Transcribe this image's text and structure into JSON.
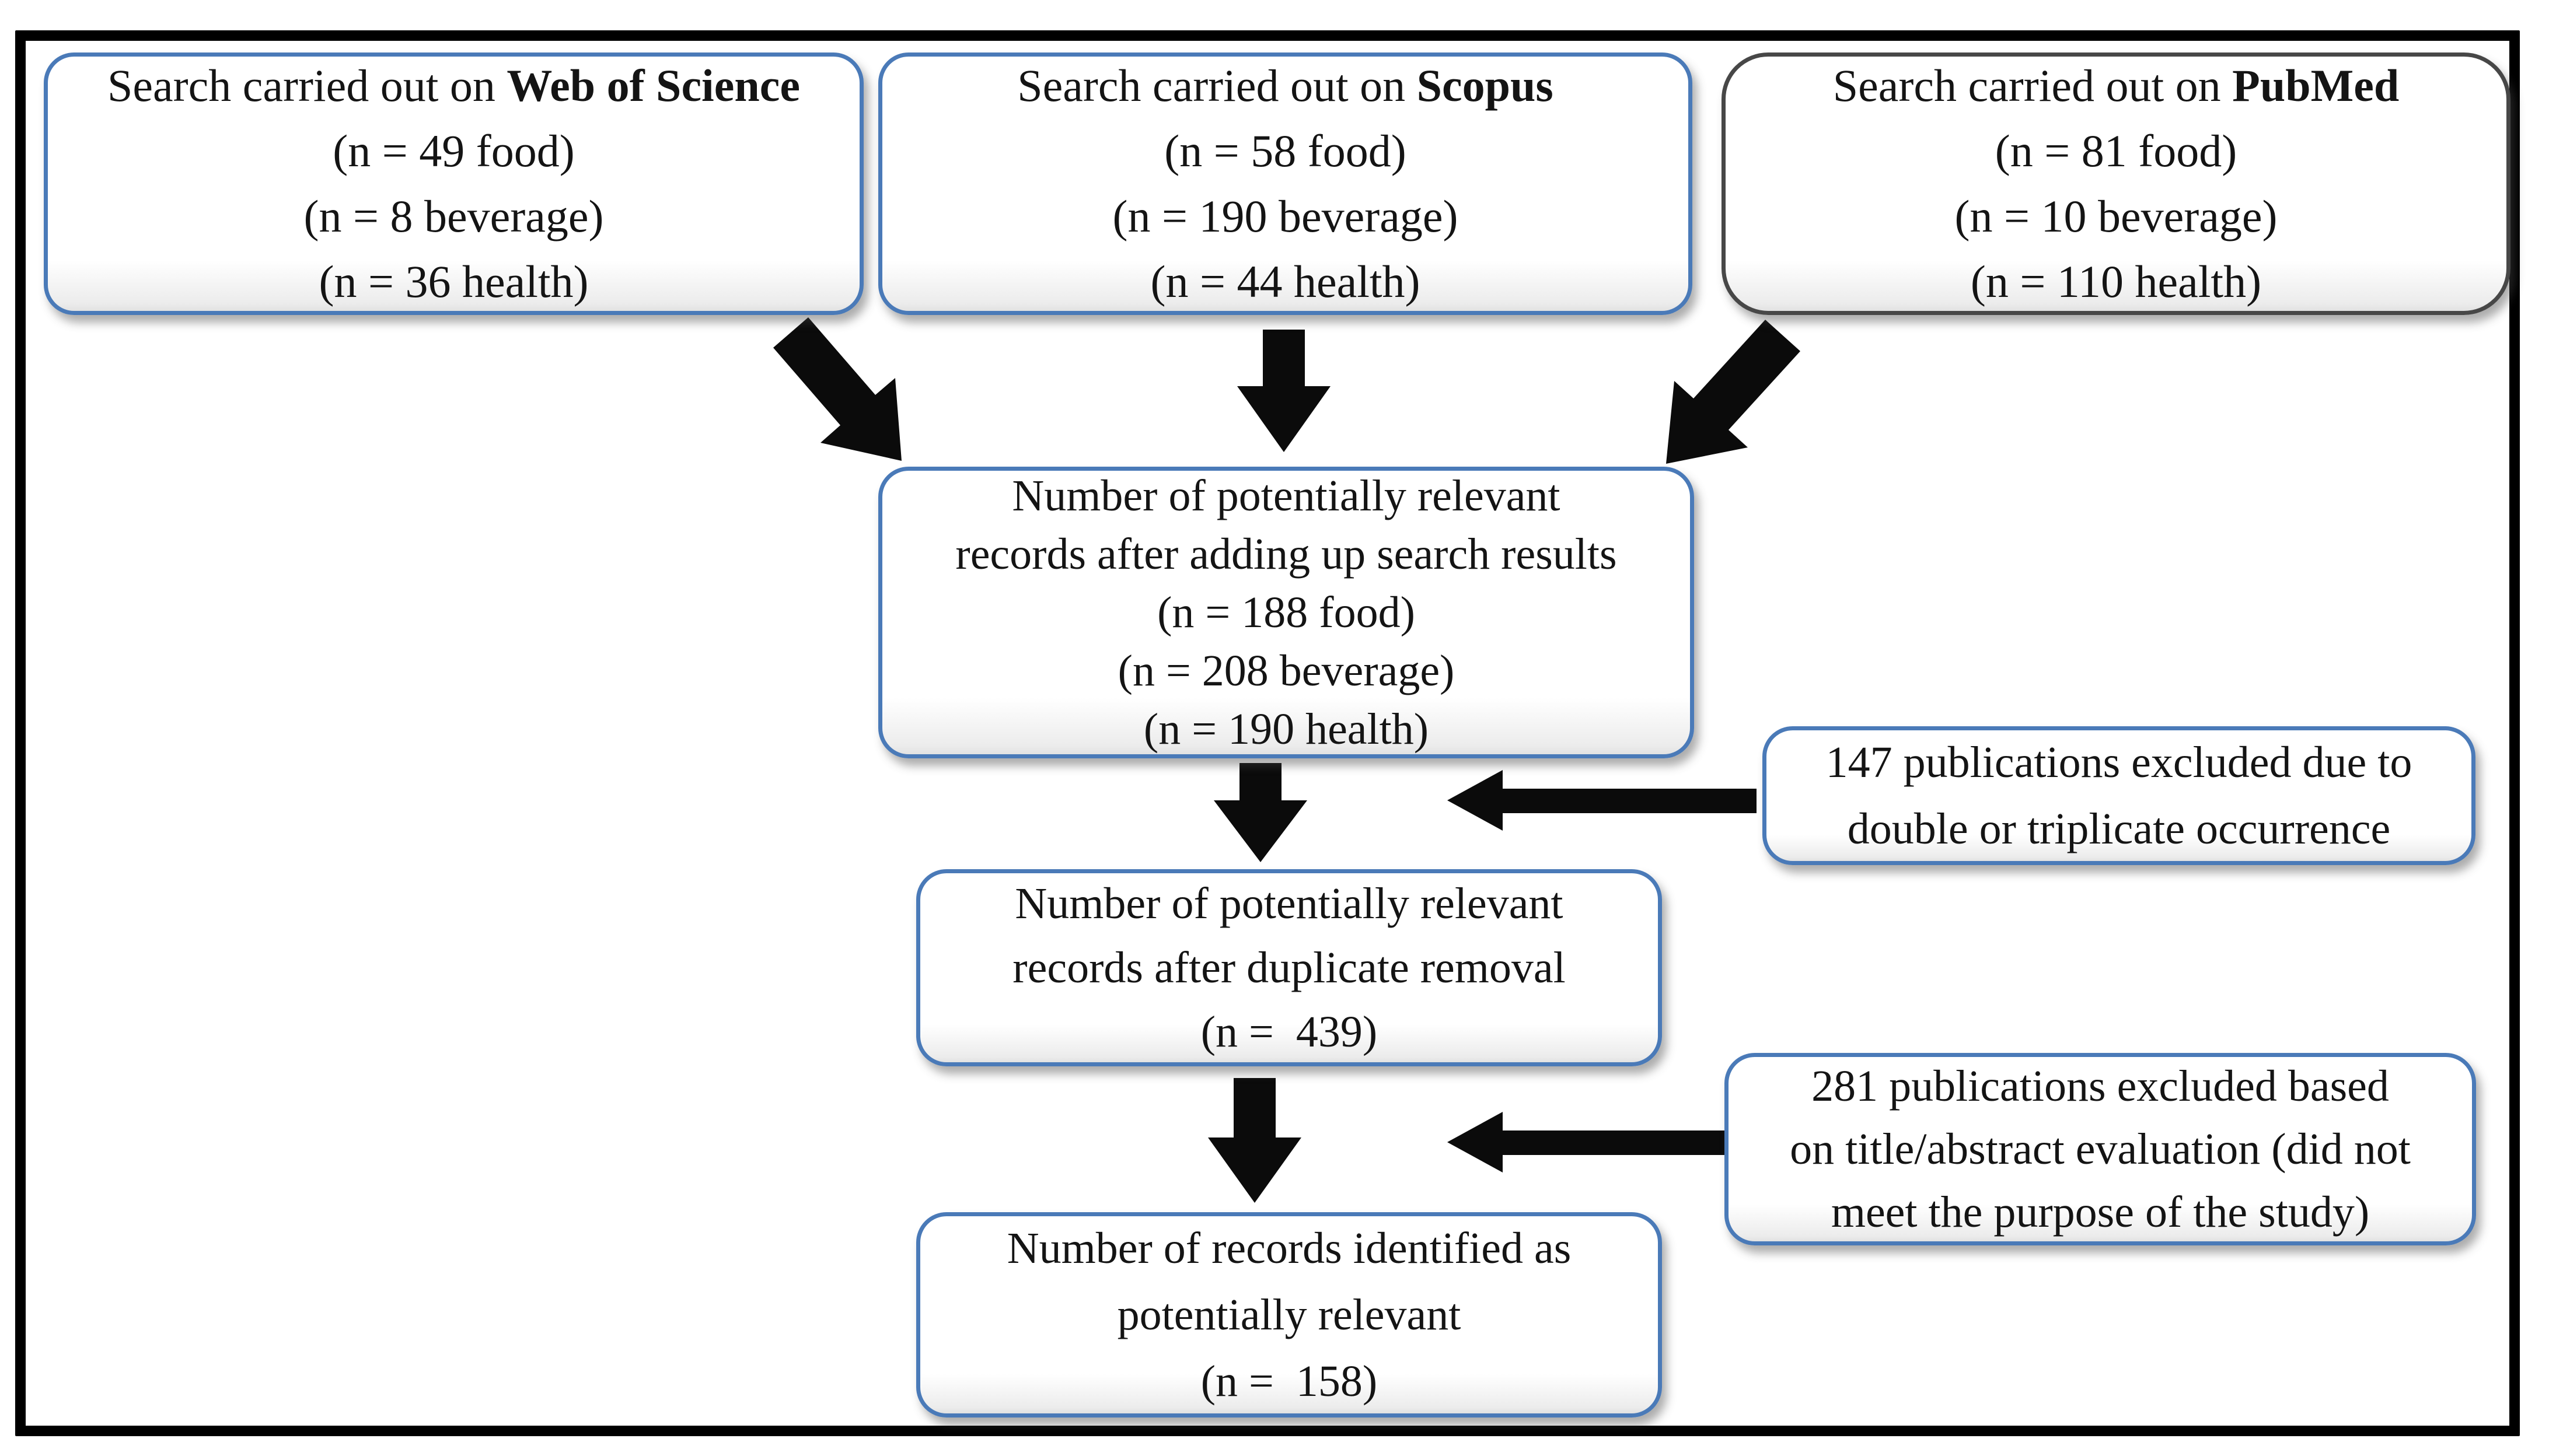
{
  "figure": {
    "sources": [
      {
        "prefix": "Search carried out on ",
        "database": "Web of Science",
        "counts": [
          "(n = 49 food)",
          "(n = 8 beverage)",
          "(n = 36 health)"
        ]
      },
      {
        "prefix": "Search carried out on ",
        "database": "Scopus",
        "counts": [
          "(n = 58 food)",
          "(n = 190 beverage)",
          "(n = 44 health)"
        ]
      },
      {
        "prefix": "Search carried out on ",
        "database": "PubMed",
        "counts": [
          "(n = 81 food)",
          "(n = 10 beverage)",
          "(n = 110 health)"
        ]
      }
    ],
    "combined": {
      "title": "Number of potentially relevant\nrecords after adding up search results",
      "counts": [
        "(n = 188 food)",
        "(n = 208 beverage)",
        "(n = 190 health)"
      ]
    },
    "excluded_duplicates": {
      "text": "147 publications excluded due to\ndouble or triplicate occurrence"
    },
    "deduplicated": {
      "title": "Number of potentially relevant\nrecords after duplicate removal",
      "count": "(n =  439)"
    },
    "excluded_screening": {
      "text": "281 publications excluded based\non title/abstract evaluation (did not\nmeet the purpose of the study)"
    },
    "identified": {
      "title": "Number of records identified as\npotentially relevant",
      "count": "(n =  158)"
    }
  },
  "colors": {
    "border_blue": "#4a7ab8",
    "border_dark": "#474747",
    "arrow": "#0b0b0b",
    "frame": "#000000",
    "text": "#141414"
  }
}
